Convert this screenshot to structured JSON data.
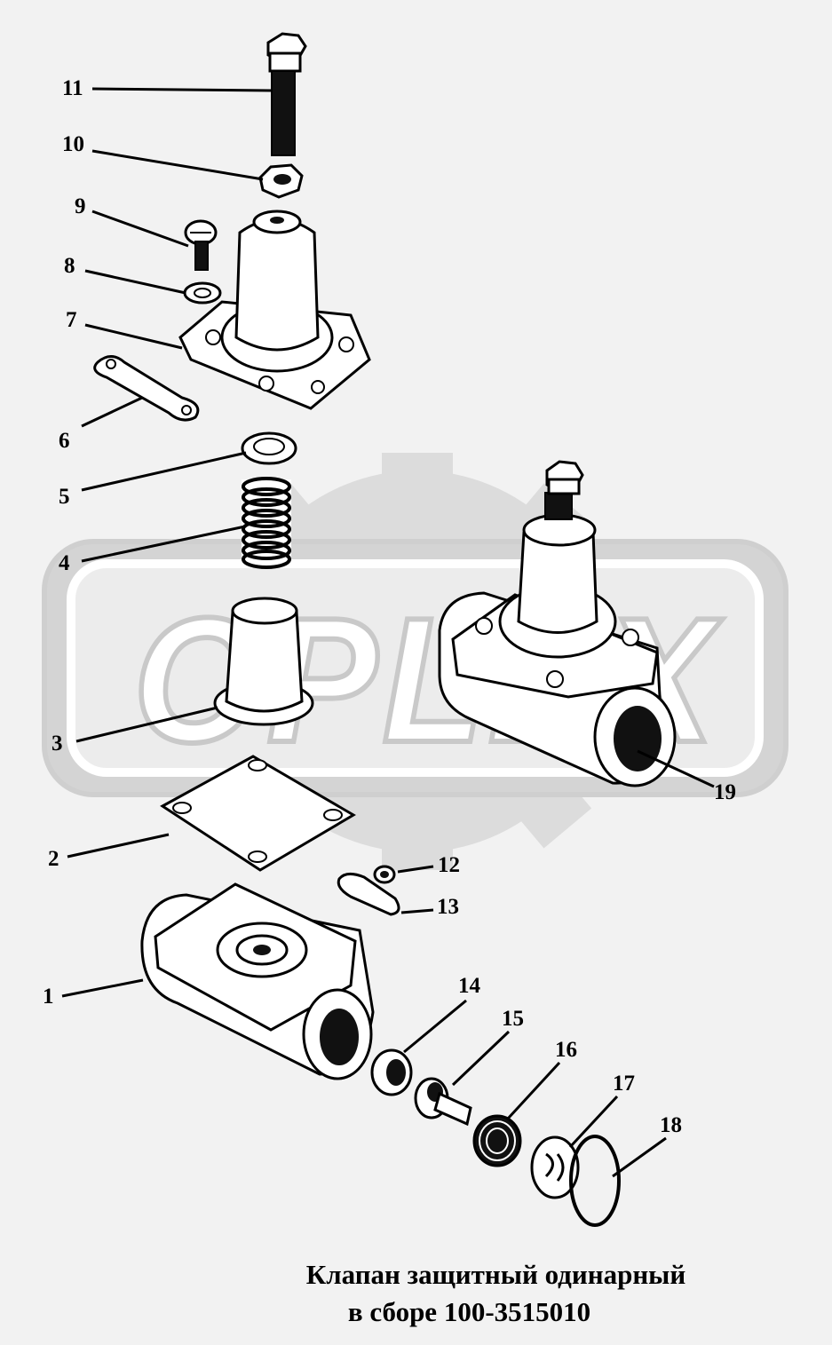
{
  "watermark": {
    "text": "OPLEX"
  },
  "title": {
    "line1": "Клапан защитный одинарный",
    "line2": "в сборе 100-3515010"
  },
  "callouts": [
    {
      "id": "11",
      "label": "11"
    },
    {
      "id": "10",
      "label": "10"
    },
    {
      "id": "9",
      "label": "9"
    },
    {
      "id": "8",
      "label": "8"
    },
    {
      "id": "7",
      "label": "7"
    },
    {
      "id": "6",
      "label": "6"
    },
    {
      "id": "5",
      "label": "5"
    },
    {
      "id": "4",
      "label": "4"
    },
    {
      "id": "3",
      "label": "3"
    },
    {
      "id": "2",
      "label": "2"
    },
    {
      "id": "1",
      "label": "1"
    },
    {
      "id": "12",
      "label": "12"
    },
    {
      "id": "13",
      "label": "13"
    },
    {
      "id": "14",
      "label": "14"
    },
    {
      "id": "15",
      "label": "15"
    },
    {
      "id": "16",
      "label": "16"
    },
    {
      "id": "17",
      "label": "17"
    },
    {
      "id": "18",
      "label": "18"
    },
    {
      "id": "19",
      "label": "19"
    }
  ]
}
